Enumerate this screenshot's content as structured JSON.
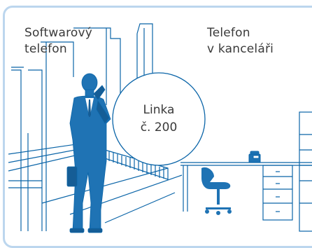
{
  "labels": {
    "softphone_line1": "Softwarový",
    "softphone_line2": "telefon",
    "office_line1": "Telefon",
    "office_line2": "v kanceláři"
  },
  "extension": {
    "line1": "Linka",
    "line2": "č. 200"
  },
  "colors": {
    "outline": "#0b65a8",
    "figure": "#1f73b4",
    "figure_dark": "#155d96",
    "panel_border": "#bcd6ee",
    "text": "#3a3a3a"
  },
  "icons": [
    "businessman-on-phone-icon",
    "desk-phone-icon",
    "office-chair-icon",
    "office-desk-icon"
  ]
}
